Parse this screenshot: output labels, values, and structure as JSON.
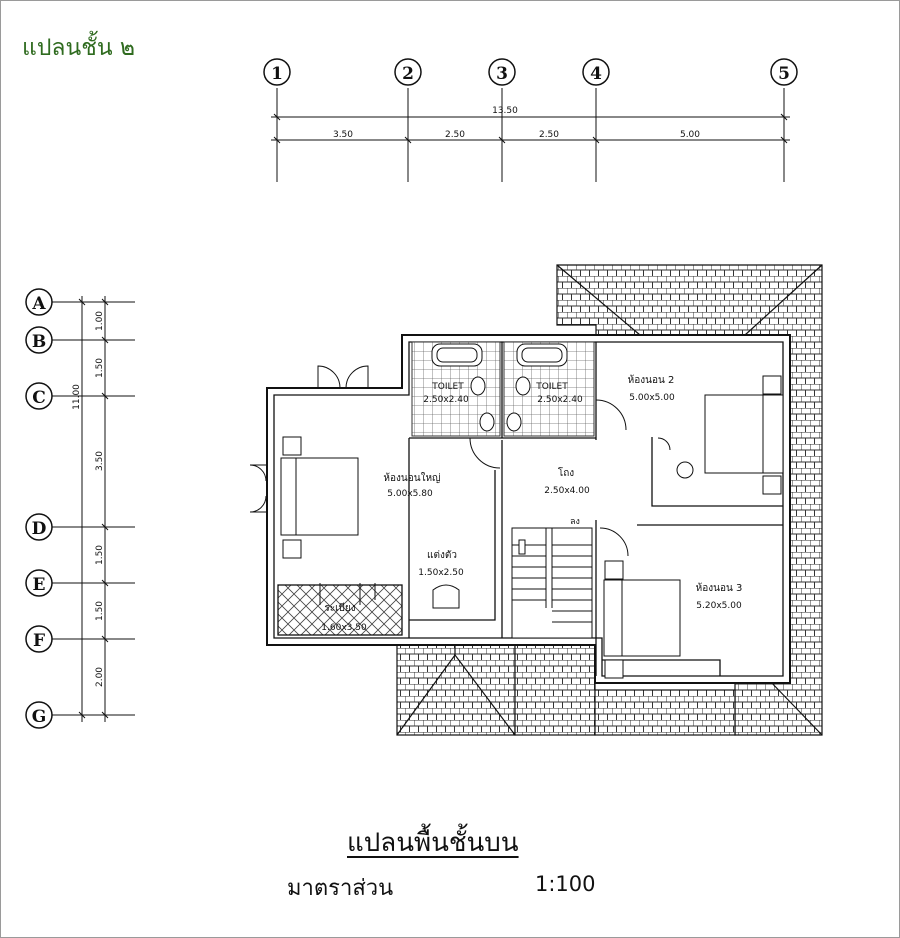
{
  "sheet_title": "แปลนชั้น ๒",
  "plan_title": "แปลนพื้นชั้นบน",
  "scale_label": "มาตราส่วน",
  "scale_value": "1:100",
  "grid_columns": [
    "1",
    "2",
    "3",
    "4",
    "5"
  ],
  "grid_rows": [
    "A",
    "B",
    "C",
    "D",
    "E",
    "F",
    "G"
  ],
  "dim_overall_x": "13.50",
  "dims_x": [
    "3.50",
    "2.50",
    "2.50",
    "5.00"
  ],
  "dim_overall_y": "11.00",
  "dims_y": [
    "1.00",
    "1.50",
    "3.50",
    "1.50",
    "1.50",
    "2.00"
  ],
  "rooms": {
    "toilet_1": {
      "name": "TOILET",
      "size": "2.50x2.40"
    },
    "toilet_2": {
      "name": "TOILET",
      "size": "2.50x2.40"
    },
    "bedroom_2": {
      "name": "ห้องนอน 2",
      "size": "5.00x5.00"
    },
    "master_bedroom": {
      "name": "ห้องนอนใหญ่",
      "size": "5.00x5.80"
    },
    "hall": {
      "name": "โถง",
      "size": "2.50x4.00"
    },
    "dressing": {
      "name": "แต่งตัว",
      "size": "1.50x2.50"
    },
    "balcony": {
      "name": "ระเบียง",
      "size": "1.60x3.50"
    },
    "bedroom_3": {
      "name": "ห้องนอน 3",
      "size": "5.20x5.00"
    }
  },
  "stair_down": "ลง"
}
